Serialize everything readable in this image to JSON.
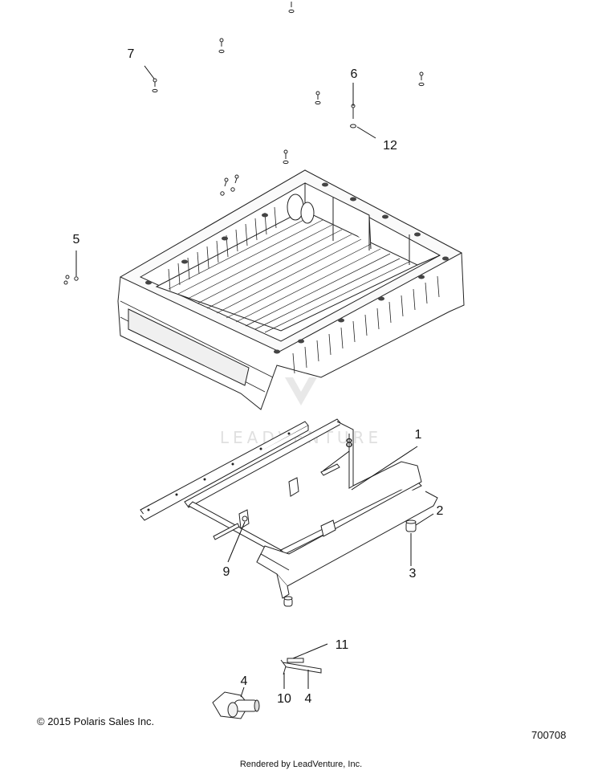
{
  "watermark": {
    "text": "LEADVENTURE"
  },
  "callouts": [
    {
      "id": "1",
      "label": "1"
    },
    {
      "id": "2",
      "label": "2"
    },
    {
      "id": "3",
      "label": "3"
    },
    {
      "id": "4a",
      "label": "4"
    },
    {
      "id": "4b",
      "label": "4"
    },
    {
      "id": "5",
      "label": "5"
    },
    {
      "id": "6",
      "label": "6"
    },
    {
      "id": "7",
      "label": "7"
    },
    {
      "id": "8",
      "label": "8"
    },
    {
      "id": "9",
      "label": "9"
    },
    {
      "id": "10",
      "label": "10"
    },
    {
      "id": "11",
      "label": "11"
    },
    {
      "id": "12",
      "label": "12"
    }
  ],
  "footer": {
    "copyright": "© 2015 Polaris Sales Inc.",
    "diagram_id": "700708",
    "rendered_by": "Rendered by LeadVenture, Inc."
  }
}
